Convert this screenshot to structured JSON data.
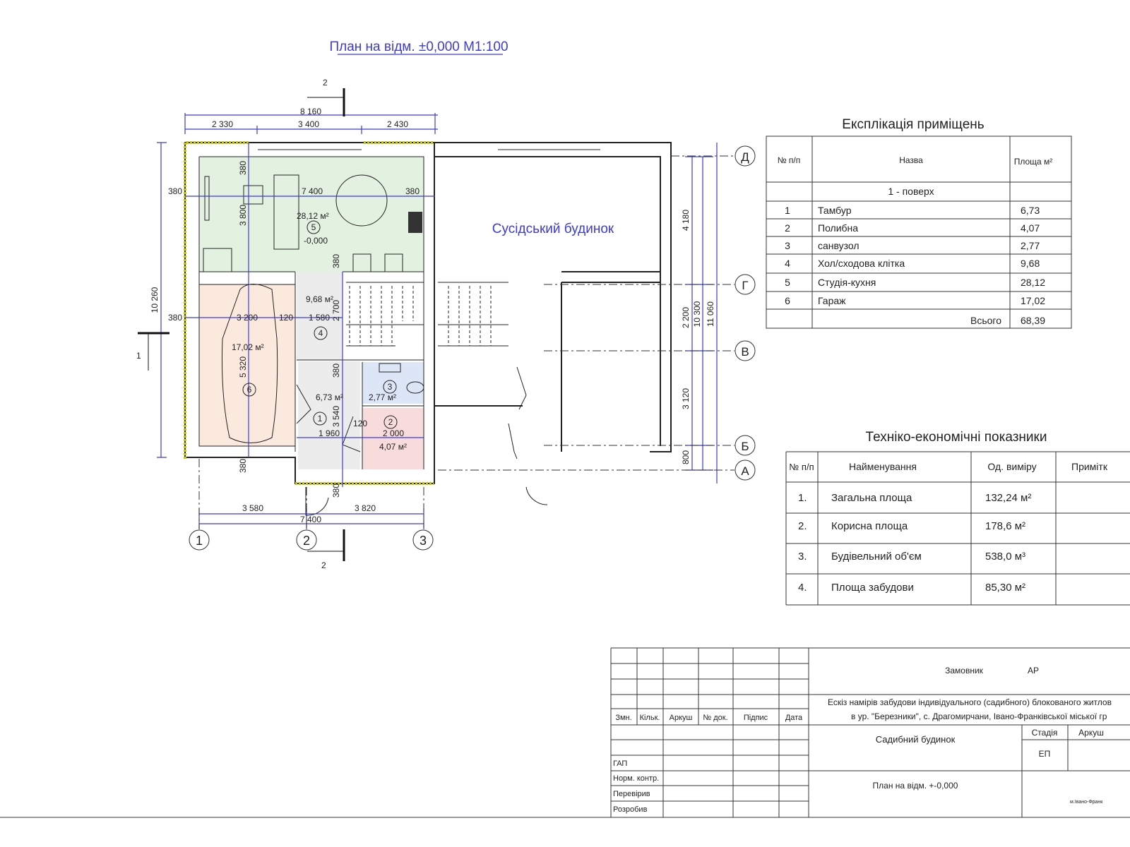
{
  "plan": {
    "title": "План на відм. ±0,000 М1:100",
    "neighbor_label": "Сусідський будинок",
    "section_mark": "2",
    "section_mark_left": "1",
    "axes_vertical": [
      "1",
      "2",
      "3"
    ],
    "axes_horizontal": [
      "Д",
      "Г",
      "В",
      "Б",
      "А"
    ],
    "rooms": [
      {
        "num": "5",
        "area": "28,12 м²",
        "level": "-0,000",
        "color": "#e3f1e0"
      },
      {
        "num": "6",
        "area": "17,02 м²",
        "color": "#fbe9de"
      },
      {
        "num": "4",
        "area": "9,68 м²",
        "color": "#ececec"
      },
      {
        "num": "3",
        "area": "2,77 м²",
        "color": "#dde6f7"
      },
      {
        "num": "2",
        "area": "4,07 м²",
        "color": "#f8dcdc"
      },
      {
        "num": "1",
        "area": "6,73 м²",
        "color": "#ececec"
      }
    ],
    "dims": {
      "top_total": "8 160",
      "top_1": "2 330",
      "top_2": "3 400",
      "top_3": "2 430",
      "left_total": "10 260",
      "bottom_1": "3 580",
      "bottom_2": "3 820",
      "bottom_total": "7 400",
      "right_1": "4 180",
      "right_2": "2 200",
      "right_3": "3 120",
      "right_4": "800",
      "right_total1": "10 300",
      "right_total2": "11 060",
      "d380": "380",
      "d7400": "7 400",
      "d3800": "3 800",
      "d3200": "3 200",
      "d120": "120",
      "d1580": "1 580",
      "d2700": "2 700",
      "d5320": "5 320",
      "d1960": "1 960",
      "d3540": "3 540",
      "d2000": "2 000"
    }
  },
  "explication": {
    "title": "Експлікація приміщень",
    "headers": [
      "№ п/п",
      "Назва",
      "Площа м²"
    ],
    "floor": "1 - поверх",
    "rows": [
      [
        "1",
        "Тамбур",
        "6,73"
      ],
      [
        "2",
        "Полибна",
        "4,07"
      ],
      [
        "3",
        "санвузол",
        "2,77"
      ],
      [
        "4",
        "Хол/сходова клітка",
        "9,68"
      ],
      [
        "5",
        "Студія-кухня",
        "28,12"
      ],
      [
        "6",
        "Гараж",
        "17,02"
      ]
    ],
    "total_label": "Всього",
    "total_value": "68,39"
  },
  "tep": {
    "title": "Техніко-економічні показники",
    "headers": [
      "№ п/п",
      "Найменування",
      "Од. виміру",
      "Примітк"
    ],
    "rows": [
      [
        "1.",
        "Загальна площа",
        "132,24  м²"
      ],
      [
        "2.",
        "Корисна площа",
        "178,6  м²"
      ],
      [
        "3.",
        "Будівельний об'єм",
        "538,0  м³"
      ],
      [
        "4.",
        "Площа забудови",
        "85,30 м²"
      ]
    ]
  },
  "stamp": {
    "col_headers": [
      "Змн.",
      "Кільк.",
      "Аркуш",
      "№ док.",
      "Підпис",
      "Дата"
    ],
    "roles": [
      "ГАП",
      "Норм. контр.",
      "Перевірив",
      "Розробив"
    ],
    "customer": "Замовник",
    "code": "АР",
    "project_line1": "Ескіз намірів забудови  індивідуального (садибного) блокованого житлов",
    "project_line2": "в ур. \"Березники\", с. Драгомирчани, Івано-Франківської міської гр",
    "building": "Садибний будинок",
    "stage_label": "Стадія",
    "sheet_label": "Аркуш",
    "stage": "ЕП",
    "sheet_title": "План на відм. +-0,000",
    "city": "м.Івано-Франк"
  }
}
